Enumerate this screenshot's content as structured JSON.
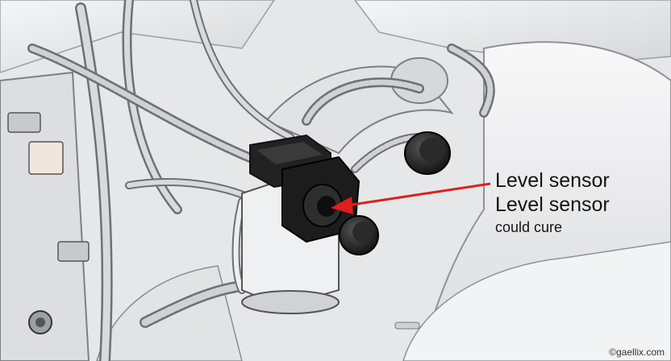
{
  "callout": {
    "line1": "Level sensor",
    "line2": "Level  sensor",
    "line3": "could cure"
  },
  "watermark": "©gaellix.com",
  "colors": {
    "arrow": "#e01e1e",
    "ink": "#1a1a1a",
    "background": "#e9eaec"
  },
  "icons": {
    "sensor": "level-sensor-icon",
    "arrow": "callout-arrow-icon"
  }
}
